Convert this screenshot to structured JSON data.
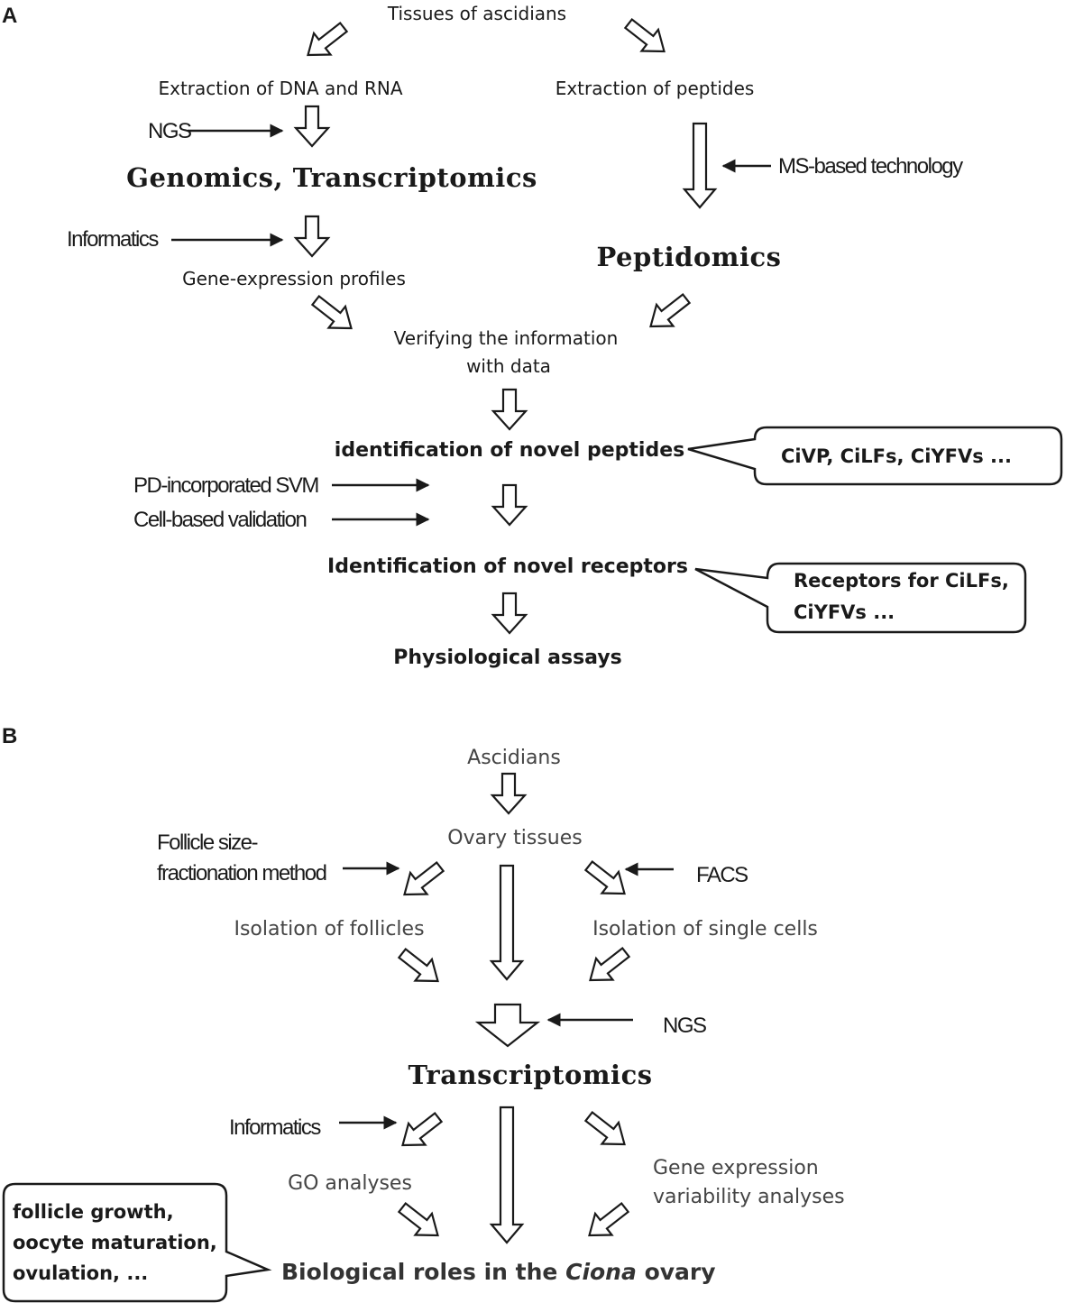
{
  "panel_a": {
    "label": "A",
    "tissues": "Tissues of ascidians",
    "extract_dna_rna": "Extraction of DNA and RNA",
    "extract_peptides": "Extraction of peptides",
    "ngs": "NGS",
    "genomics": "Genomics, Transcriptomics",
    "ms_tech": "MS-based technology",
    "informatics": "Informatics",
    "peptidomics": "Peptidomics",
    "gene_expression": "Gene-expression profiles",
    "verify_line1": "Verifying the information",
    "verify_line2": "with data",
    "novel_peptides": "identification of novel peptides",
    "callout_peptides": "CiVP, CiLFs, CiYFVs ...",
    "pd_svm": "PD-incorporated SVM",
    "cell_validation": "Cell-based validation",
    "novel_receptors": "Identification of novel receptors",
    "callout_receptors_line1": "Receptors for CiLFs,",
    "callout_receptors_line2": "CiYFVs ...",
    "physiological": "Physiological assays"
  },
  "panel_b": {
    "label": "B",
    "ascidians": "Ascidians",
    "ovary": "Ovary tissues",
    "follicle_line1": "Follicle size-",
    "follicle_line2": "fractionation method",
    "facs": "FACS",
    "isolation_follicles": "Isolation of follicles",
    "isolation_cells": "Isolation of single cells",
    "ngs": "NGS",
    "transcriptomics": "Transcriptomics",
    "informatics": "Informatics",
    "go": "GO analyses",
    "gev_line1": "Gene expression",
    "gev_line2": "variability analyses",
    "callout_line1": "follicle growth,",
    "callout_line2": "oocyte maturation,",
    "callout_line3": "ovulation, ...",
    "bio_prefix": "Biological roles in the",
    "bio_italic": "Ciona",
    "bio_suffix": "ovary"
  }
}
